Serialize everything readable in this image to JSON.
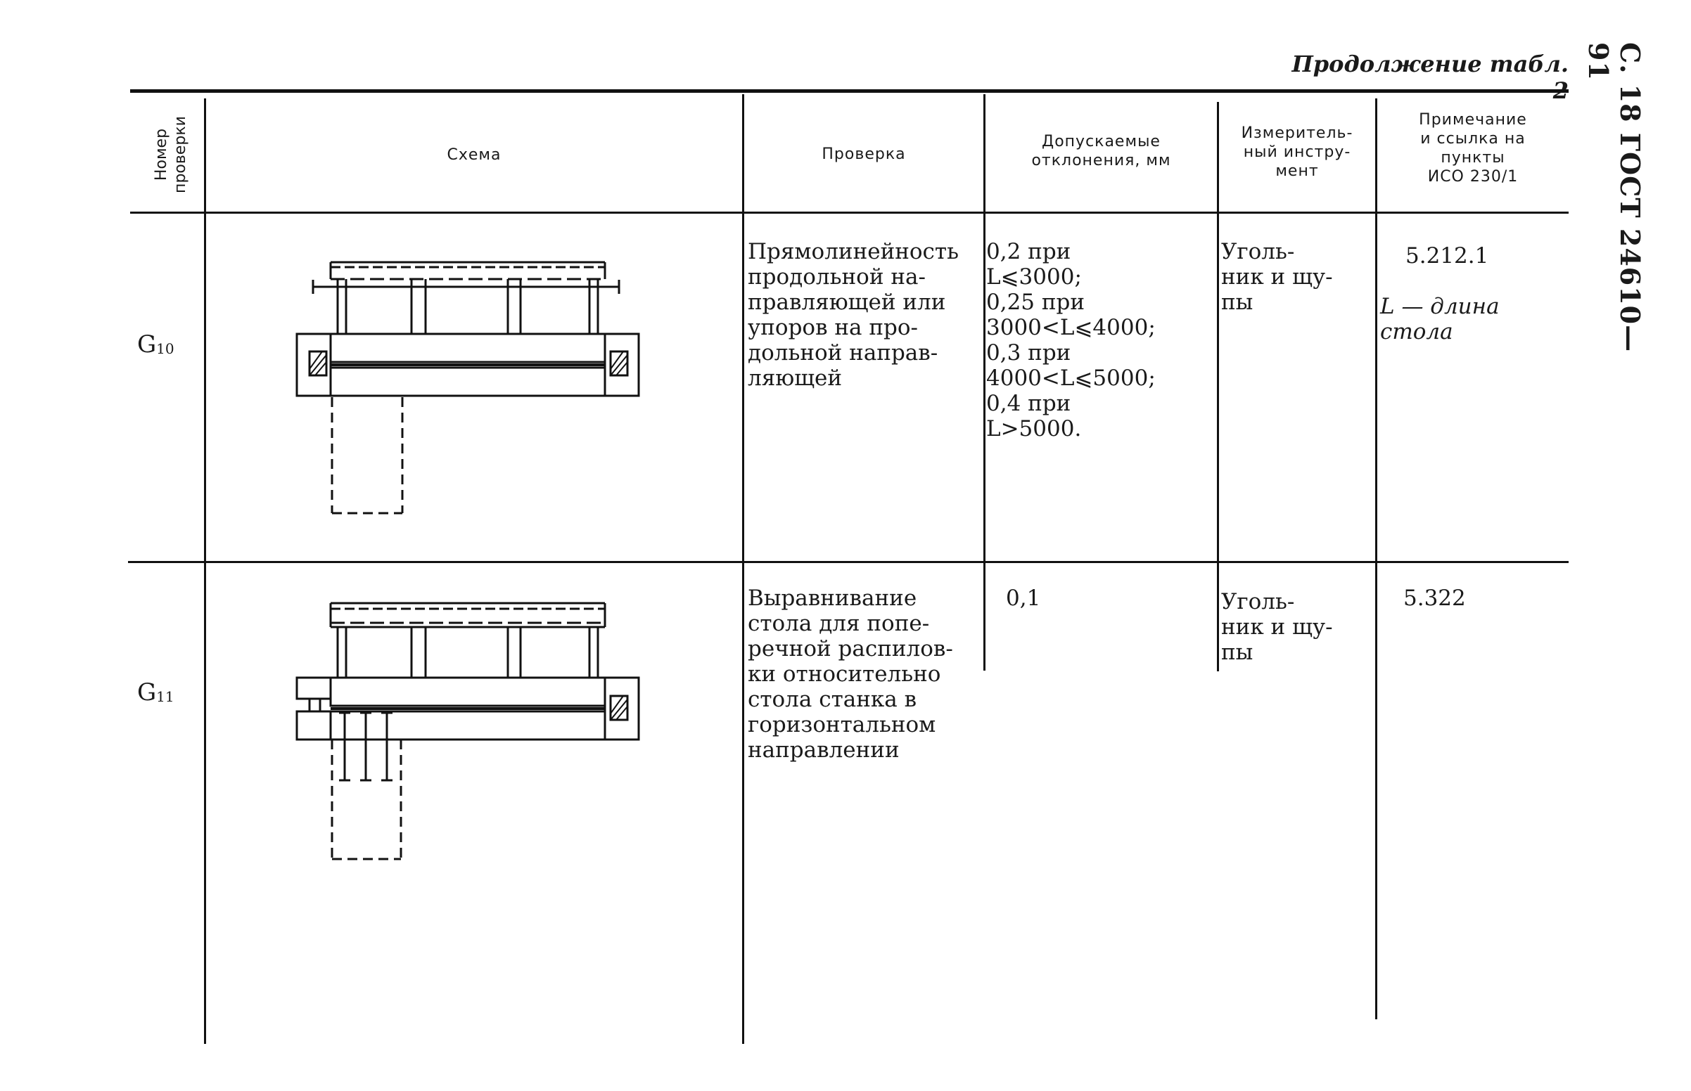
{
  "page": {
    "continuation": "Продолжение табл. 2",
    "side_header": "С. 18 ГОСТ 24610—91"
  },
  "table": {
    "headers": {
      "number": "Номер\nпроверки",
      "scheme": "Схема",
      "check": "Проверка",
      "tolerance": "Допускаемые\nотклонения, мм",
      "instrument": "Измеритель-\nный инстру-\nмент",
      "note": "Примечание\nи ссылка на\nпункты\nИСО 230/1"
    },
    "rows": [
      {
        "number_main": "G",
        "number_sub": "10",
        "check": "Прямолинейность\nпродольной на-\nправляющей или\nупоров на про-\nдольной направ-\nляющей",
        "tolerance": "0,2 при\nL⩽3000;\n0,25 при\n3000<L⩽4000;\n0,3 при\n4000<L⩽5000;\n0,4 при\nL>5000.",
        "instrument": "Уголь-\nник и щу-\nпы",
        "note_ref": "5.212.1",
        "note_text": "L — длина\nстола"
      },
      {
        "number_main": "G",
        "number_sub": "11",
        "check": "Выравнивание\nстола для попе-\nречной распилов-\nки относительно\nстола станка в\nгоризонтальном\nнаправлении",
        "tolerance": "0,1",
        "instrument": "Уголь-\nник и щу-\nпы",
        "note_ref": "5.322",
        "note_text": ""
      }
    ]
  }
}
